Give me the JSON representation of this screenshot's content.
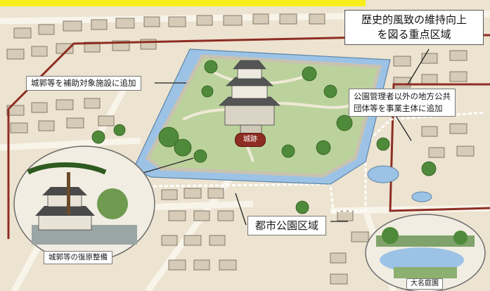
{
  "labels": {
    "title_line1": "歴史的風致の維持向上",
    "title_line2": "を図る重点区域",
    "jokaku_subsidy": "城郭等を補助対象施設に追加",
    "park_manager_line1": "公園管理者以外の地方公共",
    "park_manager_line2": "団体等を事業主体に追加",
    "castle_ruins": "城跡",
    "urban_park_area": "都市公園区域",
    "castle_restoration": "城郭等の復原整備",
    "daimyo_garden": "大名庭園"
  },
  "colors": {
    "highlight_band": "#f7ee1a",
    "district_boundary": "#8e2d23",
    "moat": "#9cc3e6",
    "park_area_border": "#ffffff",
    "castle_ruins_badge": "#8e2d23"
  }
}
